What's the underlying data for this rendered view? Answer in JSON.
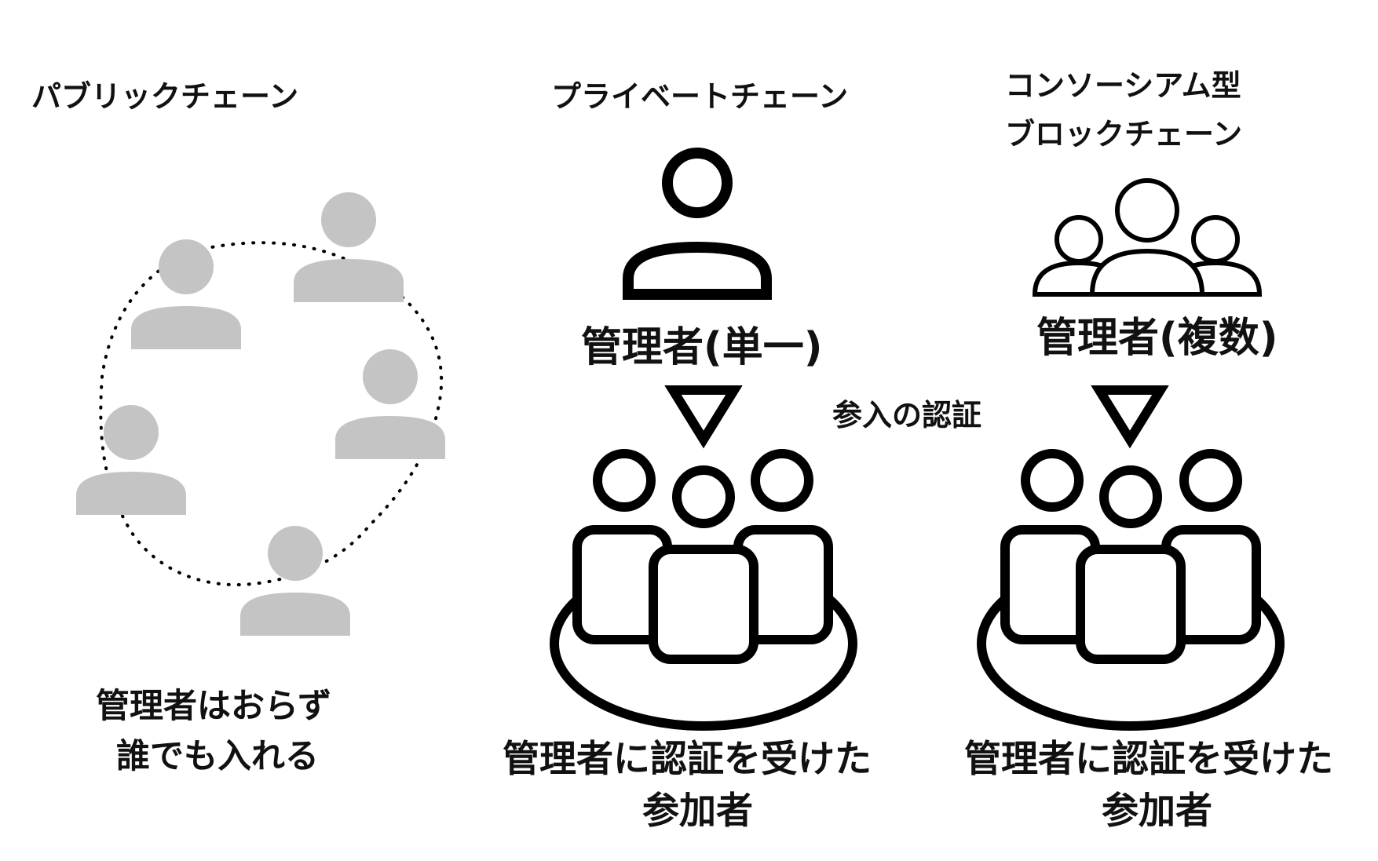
{
  "public": {
    "title": "パブリックチェーン",
    "caption_line1": "管理者はおらず",
    "caption_line2": "誰でも入れる"
  },
  "private": {
    "title": "プライベートチェーン",
    "admin": "管理者(単一)",
    "caption_line1": "管理者に認証を受けた",
    "caption_line2": "参加者"
  },
  "consortium": {
    "title_line1": "コンソーシアム型",
    "title_line2": "ブロックチェーン",
    "admin": "管理者(複数)",
    "caption_line1": "管理者に認証を受けた",
    "caption_line2": "参加者"
  },
  "middle": {
    "label": "参入の認証"
  },
  "colors": {
    "public_person": "#c4c4c4",
    "line": "#000000"
  }
}
